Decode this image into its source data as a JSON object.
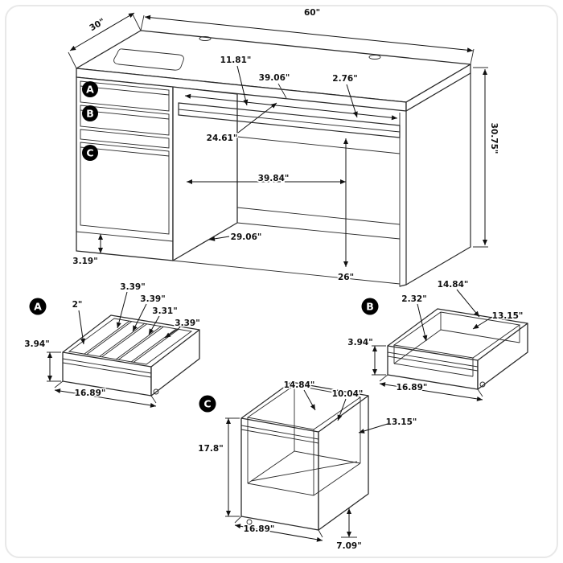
{
  "frame": {
    "bg": "#ffffff",
    "line_color": "#2b2b2b",
    "accent": "#111111"
  },
  "desk": {
    "label_a": "A",
    "label_b": "B",
    "label_c": "C",
    "dim_width": "60\"",
    "dim_depth": "30\"",
    "dim_height": "30.75\"",
    "dim_tray_depth": "11.81\"",
    "dim_tray_width": "39.06\"",
    "dim_tray_thickness": "2.76\"",
    "dim_inner_depth": "24.61\"",
    "dim_knee_width": "39.84\"",
    "dim_bottom_depth": "29.06\"",
    "dim_knee_height": "26\"",
    "dim_base_height": "3.19\""
  },
  "drawer_a": {
    "label": "A",
    "dim_slot_small": "2\"",
    "dim_slot_1": "3.39\"",
    "dim_slot_2": "3.39\"",
    "dim_slot_3": "3.31\"",
    "dim_slot_4": "3.39\"",
    "dim_height": "3.94\"",
    "dim_width": "16.89\""
  },
  "drawer_b": {
    "label": "B",
    "dim_back_width": "14.84\"",
    "dim_front_height": "2.32\"",
    "dim_inner_width": "13.15\"",
    "dim_height": "3.94\"",
    "dim_width": "16.89\""
  },
  "drawer_c": {
    "label": "C",
    "dim_back_width": "14.84\"",
    "dim_inner_depth": "10.04\"",
    "dim_inner_width": "13.15\"",
    "dim_height": "17.8\"",
    "dim_width": "16.89\"",
    "dim_bottom_height": "7.09\""
  }
}
